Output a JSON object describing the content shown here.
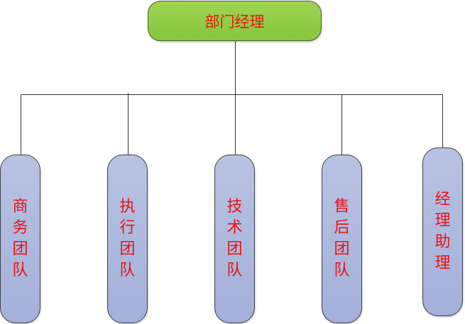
{
  "root": {
    "label": "部门经理"
  },
  "teams": [
    {
      "label": "商务团队"
    },
    {
      "label": "执行团队"
    },
    {
      "label": "技术团队"
    },
    {
      "label": "售后团队"
    },
    {
      "label": "经理助理"
    }
  ],
  "colors": {
    "root_fill": "#92d050",
    "team_fill": "#b4c0e0",
    "text": "#ee1010",
    "line": "#333333"
  }
}
